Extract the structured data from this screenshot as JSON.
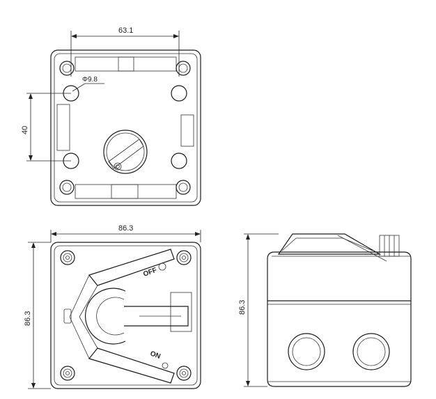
{
  "top_view": {
    "width_dim": "63.1",
    "hole_dia": "Φ9.8",
    "spacing_dim": "40"
  },
  "front_view": {
    "width_dim": "86.3",
    "height_dim": "86.3",
    "off_label": "OFF",
    "on_label": "ON"
  },
  "side_view": {
    "height_dim": "86.3"
  }
}
